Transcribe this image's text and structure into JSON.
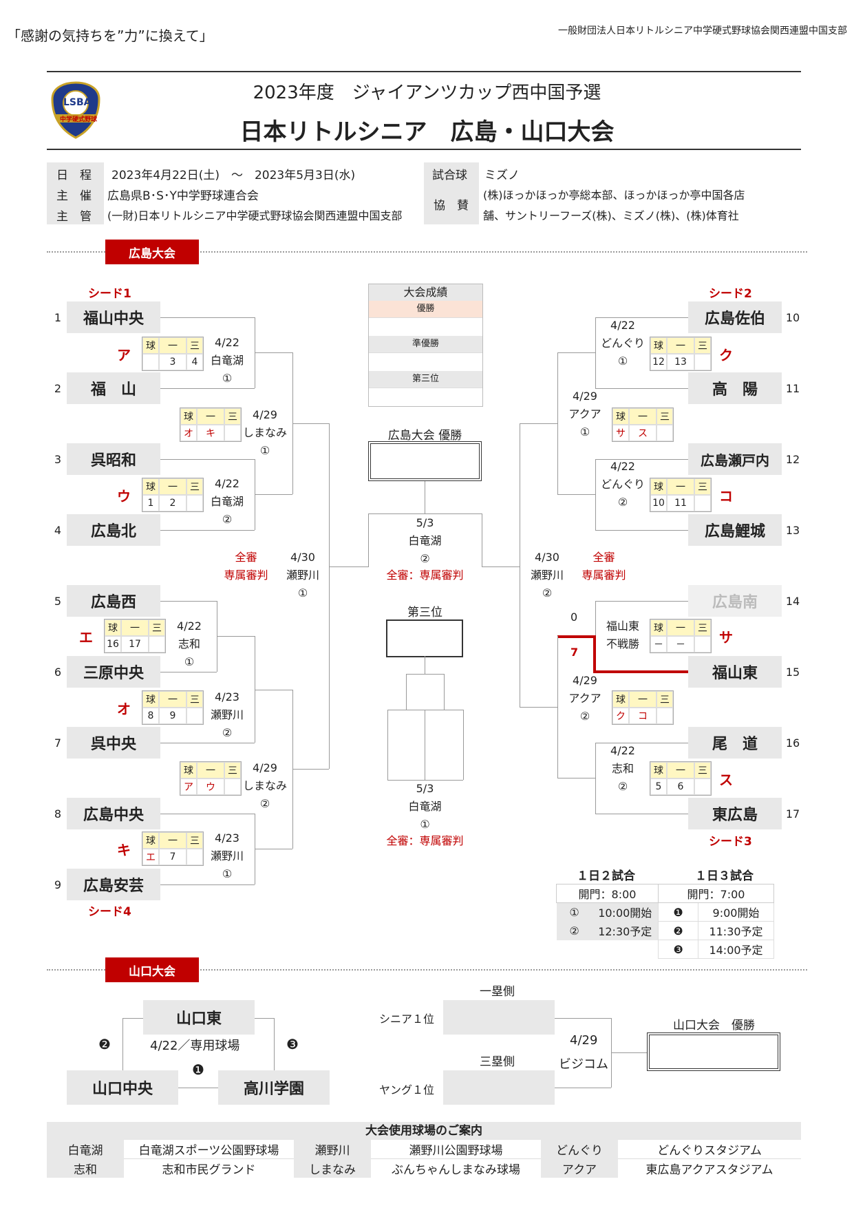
{
  "header": {
    "slogan": "「感謝の気持ちを”力”に換えて」",
    "org": "一般財団法人日本リトルシニア中学硬式野球協会関西連盟中国支部",
    "title_sub": "2023年度　ジャイアンツカップ西中国予選",
    "title_main": "日本リトルシニア　広島・山口大会",
    "logo_text": "LSBA",
    "logo_ribbon": "中学硬式野球"
  },
  "info": {
    "rows": [
      {
        "label": "日　程",
        "value": "2023年4月22日(土)　～　2023年5月3日(水)"
      },
      {
        "label": "主　催",
        "value": "広島県B･S･Y中学野球連合会"
      },
      {
        "label": "主　管",
        "value": "(一財)日本リトルシニア中学硬式野球協会関西連盟中国支部"
      }
    ],
    "ball_label": "試合球",
    "ball_value": "ミズノ",
    "sponsor_label": "協　賛",
    "sponsor_line1": "(株)ほっかほっか亭総本部、ほっかほっか亭中国各店",
    "sponsor_line2": "舗、サントリーフーズ(株)、ミズノ(株)、(株)体育社"
  },
  "hiroshima": {
    "section_label": "広島大会",
    "seeds": {
      "s1": "シード1",
      "s2": "シード2",
      "s3": "シード3",
      "s4": "シード4"
    },
    "teams": [
      {
        "no": "1",
        "name": "福山中央"
      },
      {
        "no": "2",
        "name": "福　山"
      },
      {
        "no": "3",
        "name": "呉昭和"
      },
      {
        "no": "4",
        "name": "広島北"
      },
      {
        "no": "5",
        "name": "広島西"
      },
      {
        "no": "6",
        "name": "三原中央"
      },
      {
        "no": "7",
        "name": "呉中央"
      },
      {
        "no": "8",
        "name": "広島中央"
      },
      {
        "no": "9",
        "name": "広島安芸"
      },
      {
        "no": "10",
        "name": "広島佐伯"
      },
      {
        "no": "11",
        "name": "高　陽"
      },
      {
        "no": "12",
        "name": "広島瀬戸内"
      },
      {
        "no": "13",
        "name": "広島鯉城"
      },
      {
        "no": "14",
        "name": "広島南"
      },
      {
        "no": "15",
        "name": "福山東"
      },
      {
        "no": "16",
        "name": "尾　道"
      },
      {
        "no": "17",
        "name": "東広島"
      }
    ],
    "score_heads": [
      "球",
      "一",
      "三"
    ],
    "games": {
      "a": {
        "kana": "ア",
        "date": "4/22",
        "venue": "白竜湖",
        "slot": "①",
        "v1": "3",
        "v2": "4"
      },
      "u": {
        "kana": "ウ",
        "date": "4/22",
        "venue": "白竜湖",
        "slot": "②",
        "v1": "1",
        "v2": "2"
      },
      "e": {
        "kana": "エ",
        "date": "4/22",
        "venue": "志和",
        "slot": "①",
        "v1": "16",
        "v2": "17"
      },
      "o": {
        "kana": "オ",
        "date": "4/23",
        "venue": "瀬野川",
        "slot": "②",
        "v1": "8",
        "v2": "9"
      },
      "ki": {
        "kana": "キ",
        "date": "4/23",
        "venue": "瀬野川",
        "slot": "①",
        "v1": "エ",
        "v2": "7"
      },
      "l2a": {
        "date": "4/29",
        "venue": "しまなみ",
        "slot": "①",
        "v1": "オ",
        "v2": "キ"
      },
      "l2b": {
        "date": "4/29",
        "venue": "しまなみ",
        "slot": "②",
        "v1": "ア",
        "v2": "ウ"
      },
      "ku": {
        "kana": "ク",
        "date": "4/22",
        "venue": "どんぐり",
        "slot": "①",
        "v1": "12",
        "v2": "13"
      },
      "ko": {
        "kana": "コ",
        "date": "4/22",
        "venue": "どんぐり",
        "slot": "②",
        "v1": "10",
        "v2": "11"
      },
      "sa": {
        "kana": "サ",
        "date": "福山東",
        "venue": "不戦勝",
        "v1": "－",
        "v2": "－",
        "score_top": "0",
        "score_bot": "7"
      },
      "su": {
        "kana": "ス",
        "date": "4/22",
        "venue": "志和",
        "slot": "②",
        "v1": "5",
        "v2": "6"
      },
      "r2a": {
        "date": "4/29",
        "venue": "アクア",
        "slot": "①",
        "v1": "サ",
        "v2": "ス"
      },
      "r2b": {
        "date": "4/29",
        "venue": "アクア",
        "slot": "②",
        "v1": "ク",
        "v2": "コ"
      },
      "semiL": {
        "date": "4/30",
        "venue": "瀬野川",
        "slot": "①",
        "note1": "全審",
        "note2": "専属審判"
      },
      "semiR": {
        "date": "4/30",
        "venue": "瀬野川",
        "slot": "②",
        "note1": "全審",
        "note2": "専属審判"
      },
      "final": {
        "date": "5/3",
        "venue": "白竜湖",
        "slot": "②",
        "note": "全審：専属審判"
      },
      "third": {
        "date": "5/3",
        "venue": "白竜湖",
        "slot": "①",
        "note": "全審：専属審判"
      }
    },
    "results": {
      "title": "大会成績",
      "first": "優勝",
      "second": "準優勝",
      "third": "第三位"
    },
    "champion_label": "広島大会 優勝",
    "third_label": "第三位"
  },
  "schedule": {
    "two": {
      "title": "１日２試合",
      "open": "開門：8:00",
      "rows": [
        {
          "mark": "①",
          "time": "10:00開始"
        },
        {
          "mark": "②",
          "time": "12:30予定"
        }
      ]
    },
    "three": {
      "title": "１日３試合",
      "open": "開門：7:00",
      "rows": [
        {
          "mark": "❶",
          "time": "9:00開始"
        },
        {
          "mark": "❷",
          "time": "11:30予定"
        },
        {
          "mark": "❸",
          "time": "14:00予定"
        }
      ]
    }
  },
  "yamaguchi": {
    "section_label": "山口大会",
    "teams": {
      "top": "山口東",
      "left": "山口中央",
      "right": "高川学園"
    },
    "league_note": "4/22／専用球場",
    "marks": {
      "left": "❷",
      "right": "❸",
      "bottom": "❶"
    },
    "side1": "一塁側",
    "side3": "三塁側",
    "seed1": "シニア１位",
    "seed2": "ヤング１位",
    "final_date": "4/29",
    "final_venue": "ビジコム",
    "champion_label": "山口大会　優勝"
  },
  "venues": {
    "title": "大会使用球場のご案内",
    "rows": [
      [
        [
          "白竜湖",
          "白竜湖スポーツ公園野球場"
        ],
        [
          "瀬野川",
          "瀬野川公園野球場"
        ],
        [
          "どんぐり",
          "どんぐりスタジアム"
        ]
      ],
      [
        [
          "志和",
          "志和市民グランド"
        ],
        [
          "しまなみ",
          "ぶんちゃんしまなみ球場"
        ],
        [
          "アクア",
          "東広島アクアスタジアム"
        ]
      ]
    ]
  }
}
